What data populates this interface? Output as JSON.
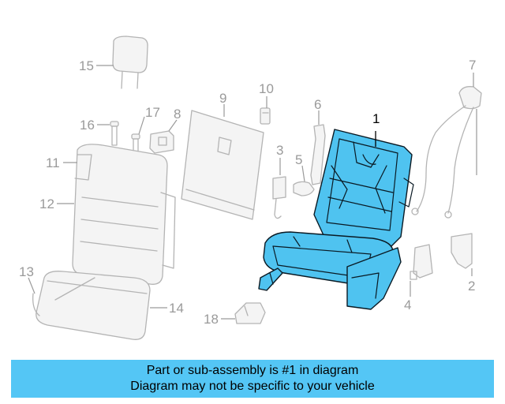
{
  "diagram": {
    "highlighted_part": "1",
    "highlight_color": "#4fc3f0",
    "ghost_color": "#b4b4b4",
    "callouts": [
      {
        "id": "1",
        "label": "1"
      },
      {
        "id": "2",
        "label": "2"
      },
      {
        "id": "3",
        "label": "3"
      },
      {
        "id": "4",
        "label": "4"
      },
      {
        "id": "5",
        "label": "5"
      },
      {
        "id": "6",
        "label": "6"
      },
      {
        "id": "7",
        "label": "7"
      },
      {
        "id": "8",
        "label": "8"
      },
      {
        "id": "9",
        "label": "9"
      },
      {
        "id": "10",
        "label": "10"
      },
      {
        "id": "11",
        "label": "11"
      },
      {
        "id": "12",
        "label": "12"
      },
      {
        "id": "13",
        "label": "13"
      },
      {
        "id": "14",
        "label": "14"
      },
      {
        "id": "15",
        "label": "15"
      },
      {
        "id": "16",
        "label": "16"
      },
      {
        "id": "17",
        "label": "17"
      },
      {
        "id": "18",
        "label": "18"
      }
    ]
  },
  "banner": {
    "background_color": "#54c6f5",
    "line1": "Part or sub-assembly is #1 in diagram",
    "line2": "Diagram may not be specific to your vehicle"
  }
}
